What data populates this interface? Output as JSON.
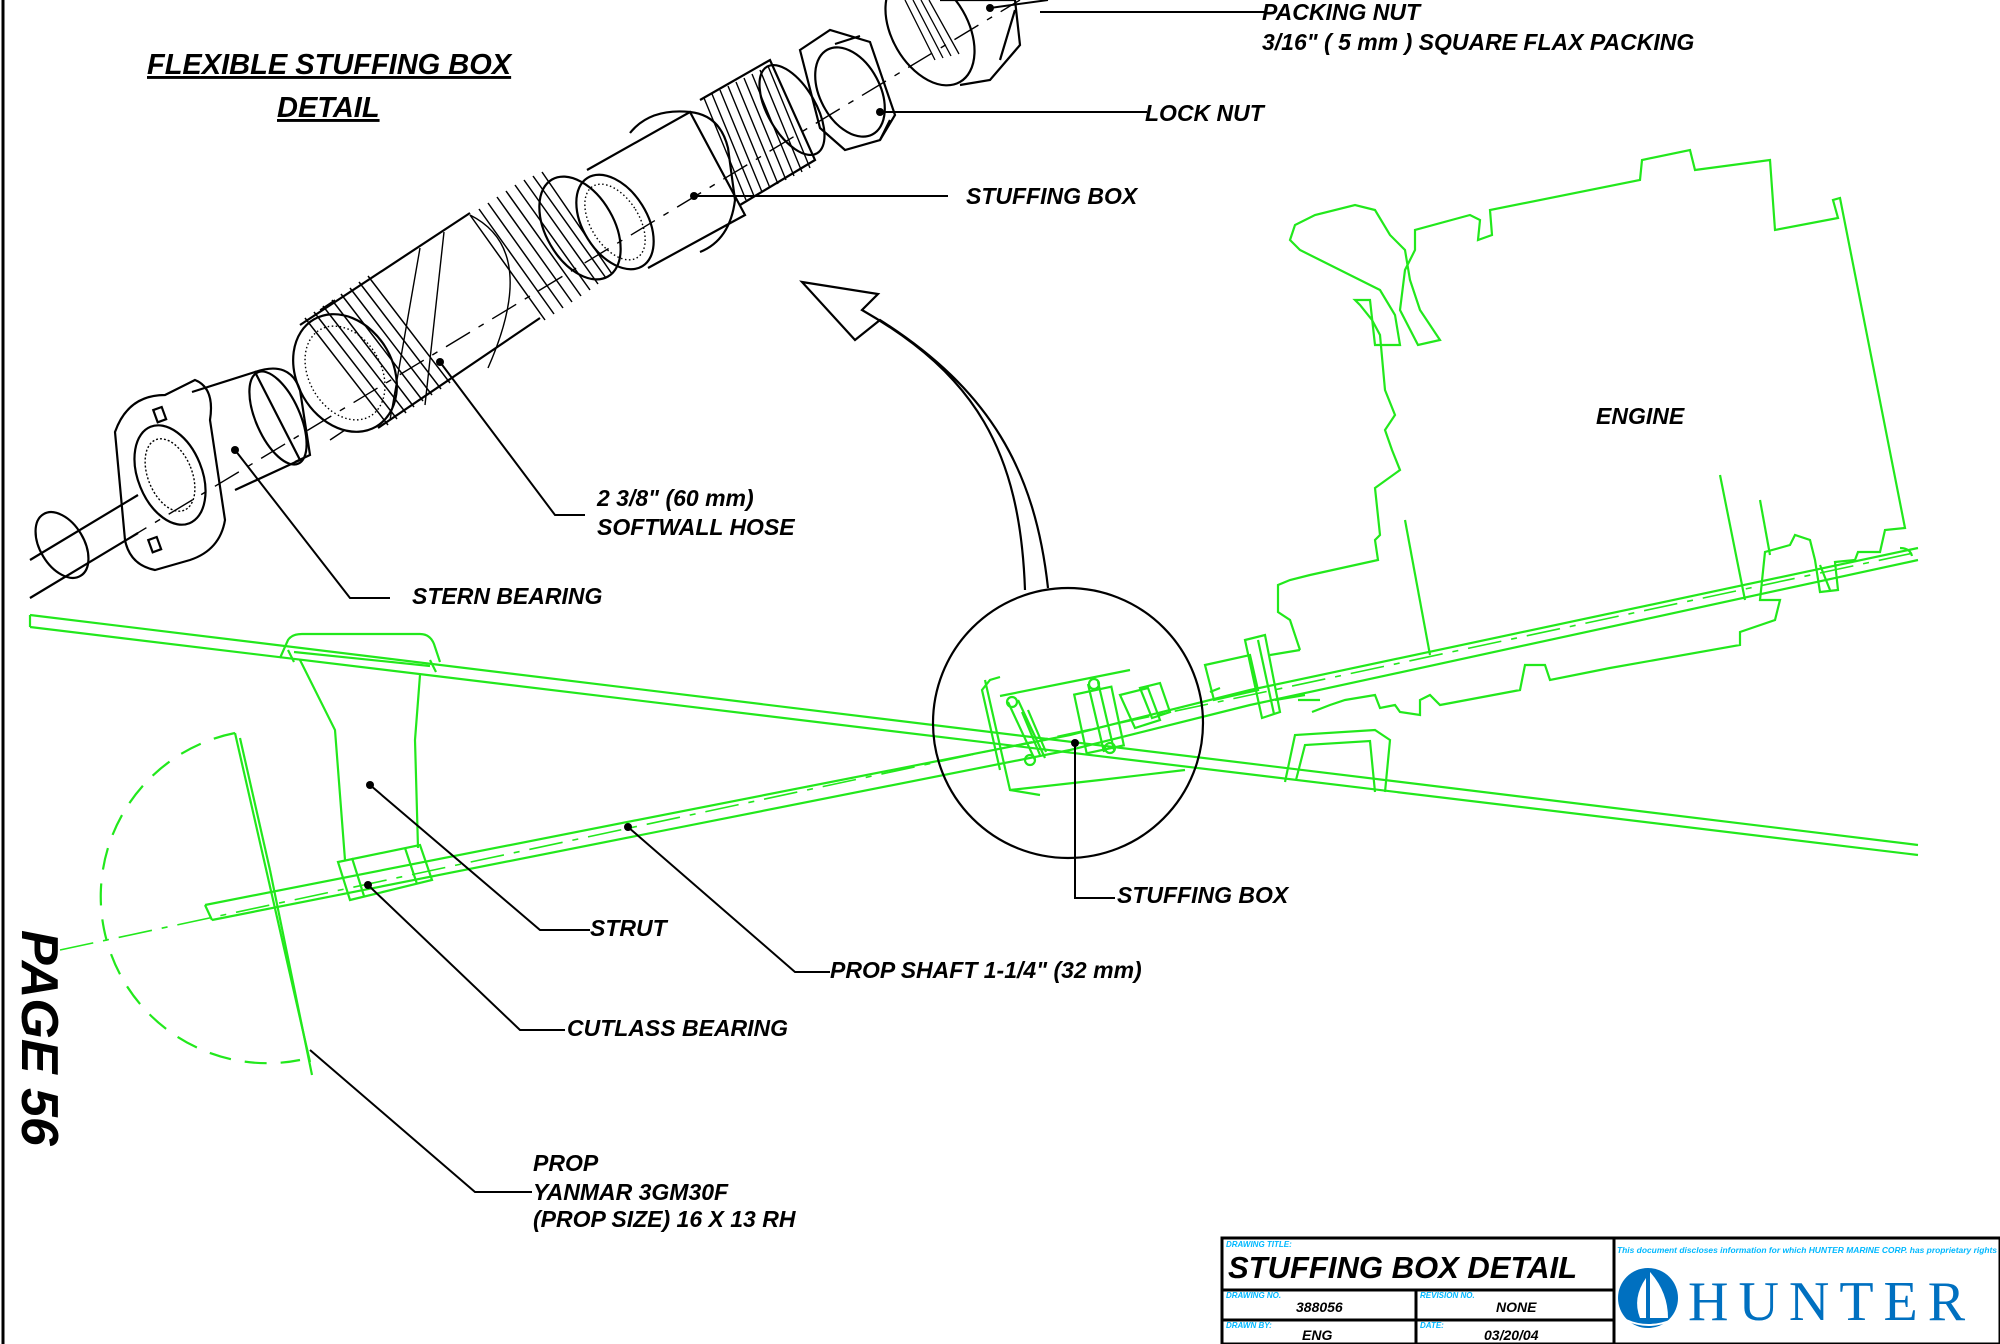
{
  "detail_title": {
    "line1": "FLEXIBLE STUFFING BOX",
    "line2": "DETAIL"
  },
  "page_label": "PAGE 56",
  "labels": {
    "packing_nut": "PACKING NUT",
    "flax_packing": "3/16\" ( 5 mm ) SQUARE FLAX PACKING",
    "lock_nut": "LOCK NUT",
    "stuffing_box_top": "STUFFING BOX",
    "hose_size": "2 3/8\" (60 mm)",
    "hose_name": "SOFTWALL HOSE",
    "stern_bearing": "STERN BEARING",
    "engine": "ENGINE",
    "stuffing_box_bottom": "STUFFING BOX",
    "strut": "STRUT",
    "prop_shaft": "PROP SHAFT 1-1/4\" (32 mm)",
    "cutlass_bearing": "CUTLASS BEARING",
    "prop_line1": "PROP",
    "prop_line2": "YANMAR 3GM30F",
    "prop_line3": "(PROP SIZE) 16 X 13 RH"
  },
  "title_block": {
    "drawing_title_caption": "DRAWING TITLE:",
    "drawing_title": "STUFFING BOX DETAIL",
    "drawing_no_caption": "DRAWING NO.",
    "drawing_no": "388056",
    "revision_caption": "REVISION NO.",
    "revision": "NONE",
    "drawn_by_caption": "DRAWN BY:",
    "drawn_by": "ENG",
    "date_caption": "DATE:",
    "date": "03/20/04",
    "notice": "This document discloses information for which HUNTER MARINE CORP. has proprietary rights",
    "company": "HUNTER"
  },
  "colors": {
    "hull_lines": "#22e81c",
    "linework": "#000000",
    "brand_blue": "#0070c0",
    "notice_cyan": "#00b8ff"
  }
}
